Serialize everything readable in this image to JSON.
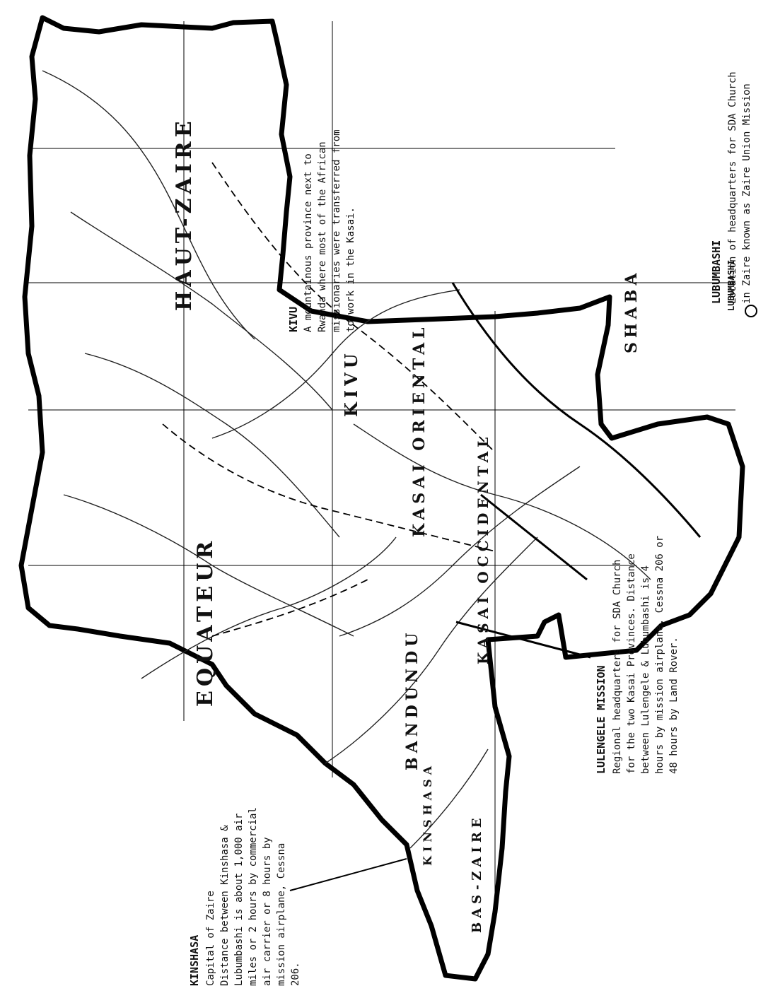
{
  "provinces": {
    "haut_zaire": "HAUT-ZAIRE",
    "equateur": "EQUATEUR",
    "kivu": "KIVU",
    "kasai_oriental": "KASAI ORIENTAL",
    "kasai_occidental": "KASAI OCCIDENTAL",
    "bandundu": "BANDUNDU",
    "shaba": "SHABA",
    "bas_zaire": "BAS-ZAIRE",
    "kinshasa": "KINSHASA"
  },
  "cities": {
    "lubumbashi": "LUBUMBASHI",
    "kinshasa": "KINSHASA"
  },
  "annotations": {
    "kinshasa": {
      "title": "KINSHASA",
      "lines": [
        "Capital of Zaire",
        "Distance between Kinshasa &",
        "Lubumbashi is about 1,000 air",
        "miles or 2 hours by commercial",
        "air carrier or 8 hours by",
        "mission airplane, Cessna",
        "206."
      ]
    },
    "lulengele": {
      "title": "LULENGELE MISSION",
      "lines": [
        "Regional headquarters for SDA Church",
        "for the two Kasai Provinces.  Distance",
        "between Lulengele & Lubumbashi is 4",
        "hours by mission airplane, Cessna 206 or",
        "48 hours by Land Rover."
      ]
    },
    "kivu": {
      "title": "KIVU",
      "lines": [
        "A mountainous province next to",
        "Rwanda where most of the African",
        "missionaries were transferred from",
        "to work in the Kasai."
      ]
    },
    "lubumbashi": {
      "title": "LUBUMBASHI",
      "lines": [
        "Location of headquarters for SDA Church",
        "in Zaire known as Zaire Union Mission"
      ]
    }
  }
}
